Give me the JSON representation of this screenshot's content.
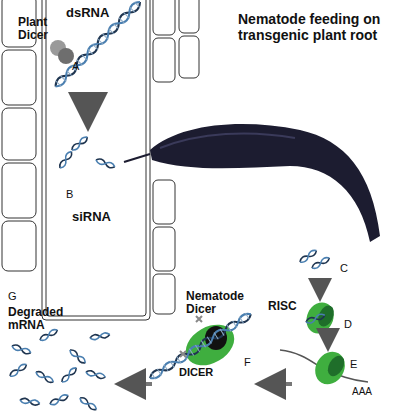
{
  "diagram": {
    "labels": [
      "dsRNA",
      "Plant Dicer",
      "A",
      "Nematode feeding on transgenic plant root",
      "B",
      "siRNA",
      "C",
      "RISC",
      "D",
      "E",
      "AAA",
      "Nematode Dicer",
      "DICER",
      "F",
      "G",
      "Degraded mRNA"
    ]
  }
}
